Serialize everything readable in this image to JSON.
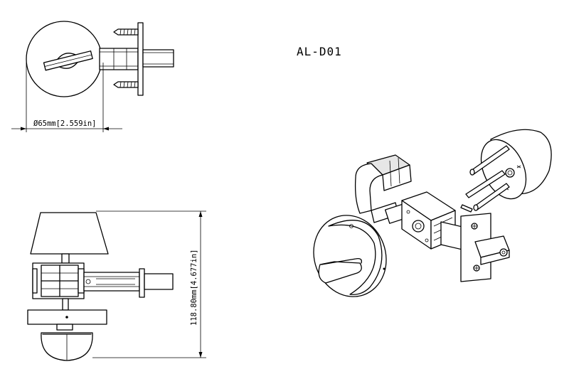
{
  "model_label": "AL-D01",
  "dimensions": {
    "diameter": "Ø65mm[2.559in]",
    "height": "118.80mm[4.677in]"
  },
  "colors": {
    "line": "#000000",
    "background": "#ffffff"
  }
}
